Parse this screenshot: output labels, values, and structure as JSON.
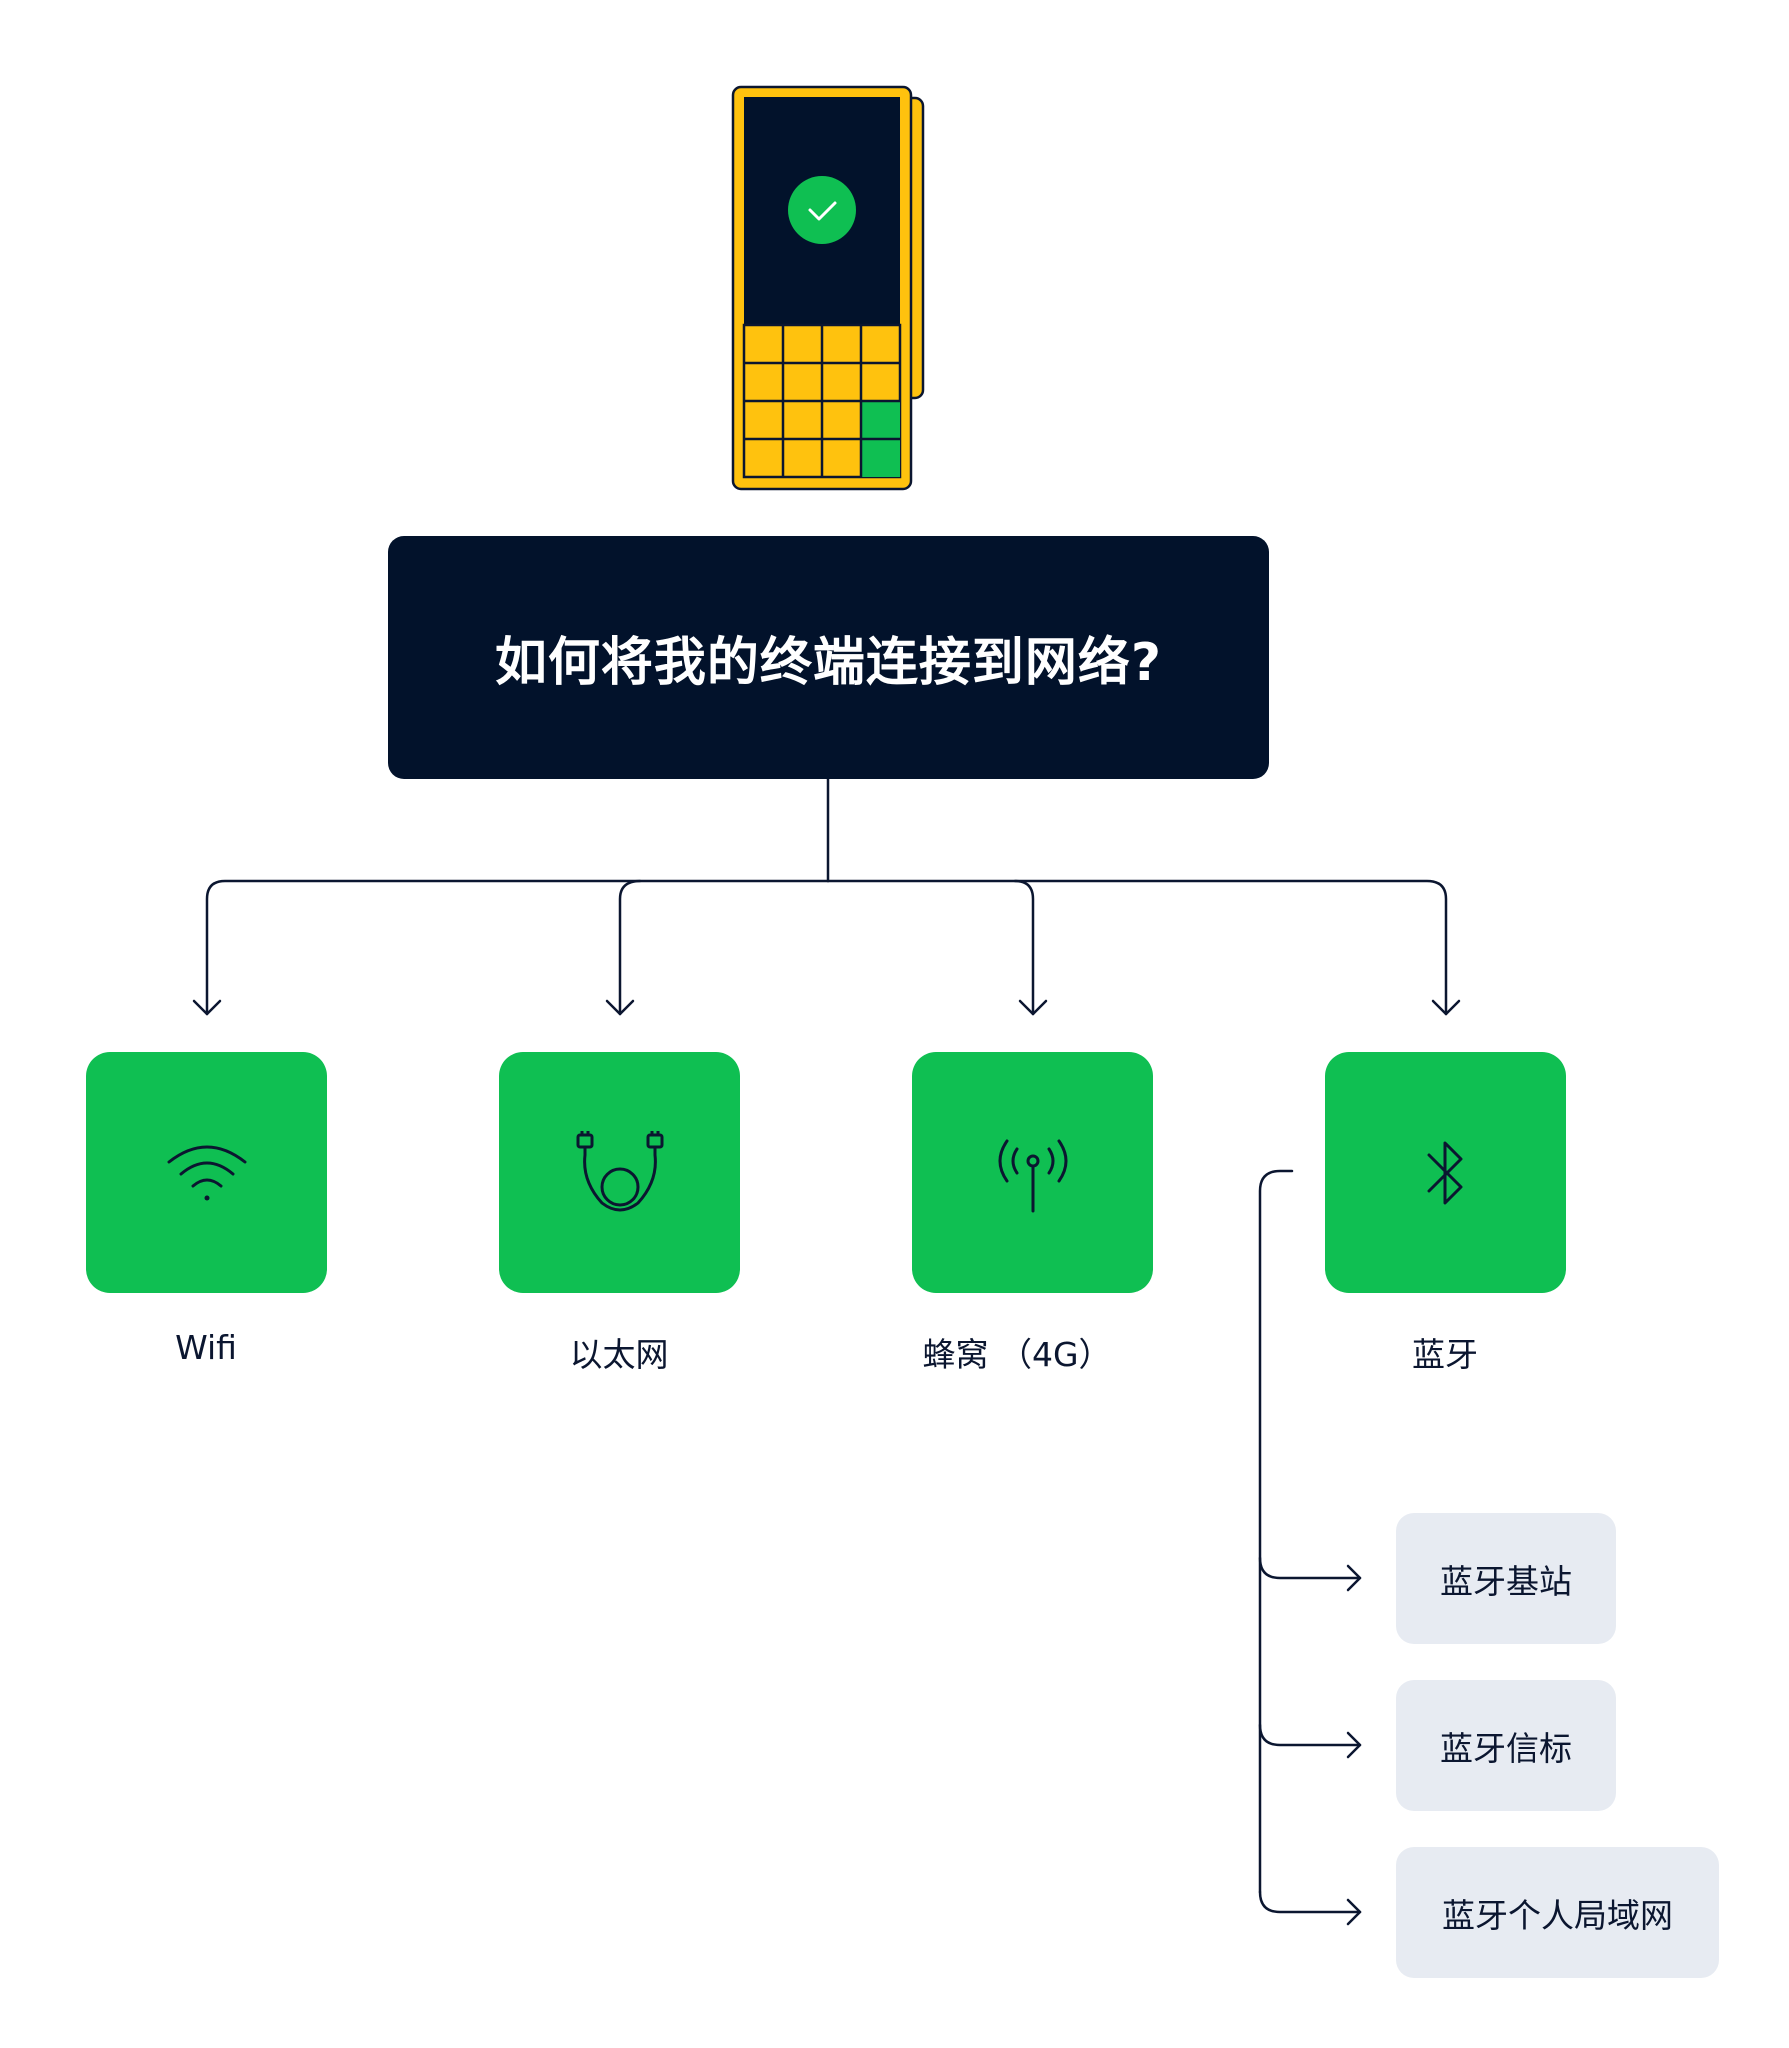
{
  "title": "如何将我的终端连接到网络?",
  "colors": {
    "navy": "#02122b",
    "green": "#0fbf52",
    "yellow": "#ffc20e",
    "sub_box": "#e7ebf2"
  },
  "options": [
    {
      "label": "Wifi",
      "icon": "wifi-icon"
    },
    {
      "label": "以太网",
      "icon": "ethernet-cable-icon"
    },
    {
      "label": "蜂窝 （4G）",
      "icon": "cell-antenna-icon"
    },
    {
      "label": "蓝牙",
      "icon": "bluetooth-icon"
    }
  ],
  "bluetooth_modes": [
    {
      "label": "蓝牙基站"
    },
    {
      "label": "蓝牙信标"
    },
    {
      "label": "蓝牙个人局域网"
    }
  ]
}
